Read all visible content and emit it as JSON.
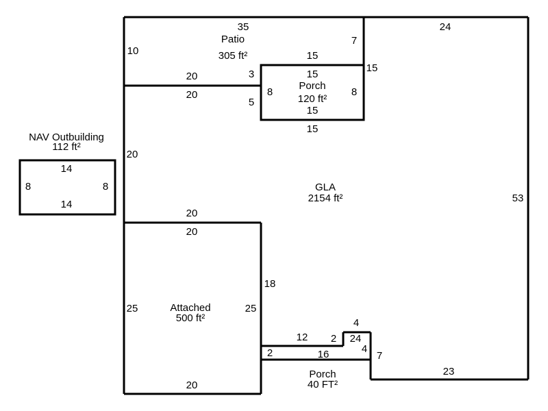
{
  "areas": {
    "patio": {
      "name": "Patio",
      "area": "305 ft²"
    },
    "porch_top": {
      "name": "Porch",
      "area": "120 ft²"
    },
    "nav": {
      "name": "NAV Outbuilding",
      "area": "112 ft²"
    },
    "gla": {
      "name": "GLA",
      "area": "2154 ft²"
    },
    "attached": {
      "name": "Attached",
      "area": "500 ft²"
    },
    "porch_bottom": {
      "name": "Porch",
      "area": "40 FT²"
    }
  },
  "dims": {
    "patio_top": "35",
    "patio_left": "10",
    "patio_right": "7",
    "patio_bottom": "20",
    "patio_step": "3",
    "gla_top_right": "24",
    "gla_right": "53",
    "gla_bottom": "23",
    "gla_left": "20",
    "gla_step_right": "15",
    "gla_wall_20": "20",
    "gla_5": "5",
    "porch_top_outer": "15",
    "porch_top_inner": "15",
    "porch_left": "8",
    "porch_right": "8",
    "porch_bottom_inner": "15",
    "porch_bottom_outer": "15",
    "nav_top": "14",
    "nav_bottom": "14",
    "nav_left": "8",
    "nav_right": "8",
    "att_top_outer": "20",
    "att_top_inner": "20",
    "att_left": "25",
    "att_right": "25",
    "att_bottom": "20",
    "gla_18": "18",
    "step_12": "12",
    "step_2a": "2",
    "step_4top": "4",
    "step_24": "24",
    "step_4": "4",
    "step_7": "7",
    "porch2_2": "2",
    "porch2_16": "16"
  }
}
